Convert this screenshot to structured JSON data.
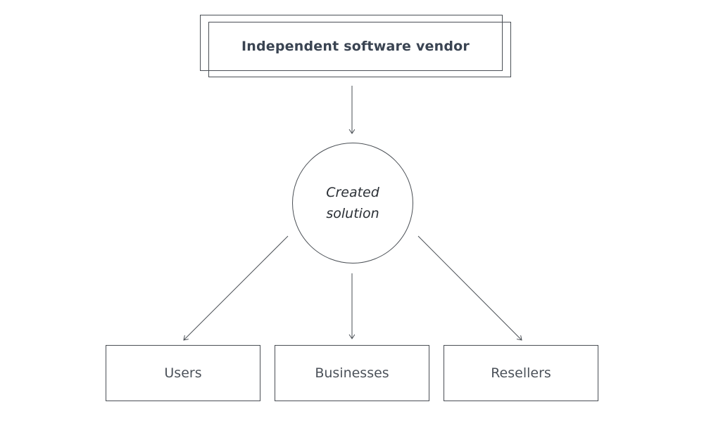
{
  "diagram": {
    "source": {
      "label": "Independent software vendor"
    },
    "hub": {
      "label": "Created solution"
    },
    "targets": [
      {
        "label": "Users"
      },
      {
        "label": "Businesses"
      },
      {
        "label": "Resellers"
      }
    ],
    "colors": {
      "stroke": "#4a4f55",
      "source_text": "#3a4452",
      "hub_text": "#2a2f35",
      "target_text": "#4c525a",
      "background": "#ffffff"
    }
  }
}
